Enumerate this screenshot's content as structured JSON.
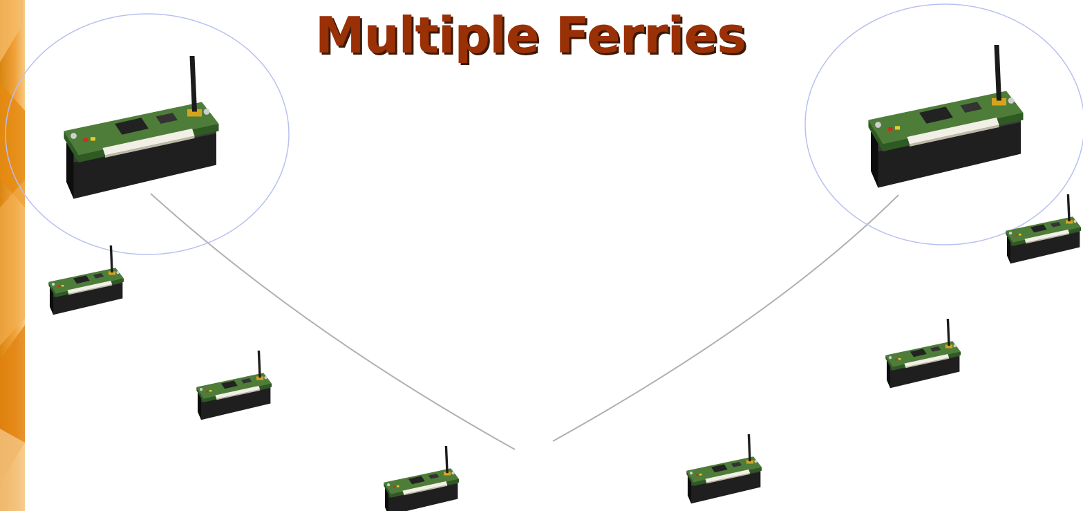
{
  "slide": {
    "title": "Multiple Ferries"
  },
  "colors": {
    "title": "#9a3006",
    "title_shadow": "#3a1a0a",
    "range_circle": "#b8c0f0",
    "route_line": "#b0b0b0",
    "board_green": "#4f7a3a",
    "battery_black": "#222222",
    "connector": "#f2f0e6",
    "antenna": "#1b1b1b",
    "accent_bar": "#e89a2a"
  },
  "icons": {
    "node": "wireless-sensor-node-icon",
    "ferry": "ferry-node-icon"
  },
  "diagram": {
    "ferries": [
      {
        "id": "ferry-left",
        "label": ""
      },
      {
        "id": "ferry-right",
        "label": ""
      }
    ],
    "sensor_nodes": [
      {
        "id": "node-1"
      },
      {
        "id": "node-2"
      },
      {
        "id": "node-3"
      },
      {
        "id": "node-4"
      },
      {
        "id": "node-5"
      },
      {
        "id": "node-6"
      }
    ]
  }
}
